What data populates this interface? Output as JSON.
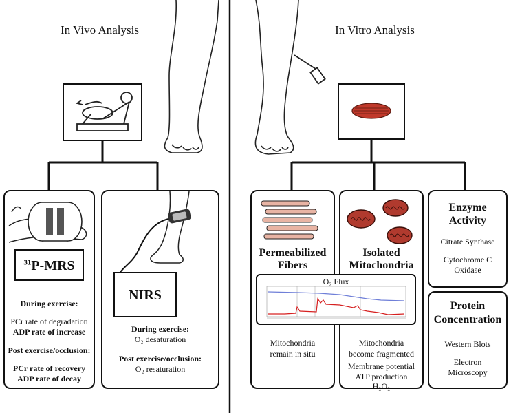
{
  "invivo": {
    "title": "In Vivo Analysis",
    "mrs": {
      "label": "P-MRS",
      "superscript": "31",
      "during_heading": "During exercise:",
      "during_lines": [
        "PCr rate of degradation",
        "ADP rate of increase"
      ],
      "post_heading": "Post exercise/occlusion:",
      "post_lines": [
        "PCr rate of recovery",
        "ADP rate of decay"
      ]
    },
    "nirs": {
      "label": "NIRS",
      "during_heading": "During exercise:",
      "during_line": "O₂ desaturation",
      "post_heading": "Post exercise/occlusion:",
      "post_line": "O₂ resaturation"
    }
  },
  "invitro": {
    "title": "In Vitro Analysis",
    "fibers": {
      "title_line1": "Permeabilized",
      "title_line2": "Fibers",
      "note_line1": "Mitochondria",
      "note_line2": "remain in situ"
    },
    "mito": {
      "title_line1": "Isolated",
      "title_line2": "Mitochondria",
      "note_line1": "Mitochondria",
      "note_line2": "become fragmented",
      "list": [
        "Membrane potential",
        "ATP production",
        "H₂O₂"
      ]
    },
    "flux": {
      "label": "O₂ Flux"
    },
    "enzyme": {
      "title_line1": "Enzyme",
      "title_line2": "Activity",
      "item1": "Citrate Synthase",
      "item2_line1": "Cytochrome C",
      "item2_line2": "Oxidase"
    },
    "protein": {
      "title_line1": "Protein",
      "title_line2": "Concentration",
      "item1": "Western Blots",
      "item2_line1": "Electron",
      "item2_line2": "Microscopy"
    }
  },
  "colors": {
    "muscle": "#c0392b",
    "flux_red": "#d62020",
    "flux_blue": "#6f7fd8",
    "fiber": "#e8b4a4"
  }
}
